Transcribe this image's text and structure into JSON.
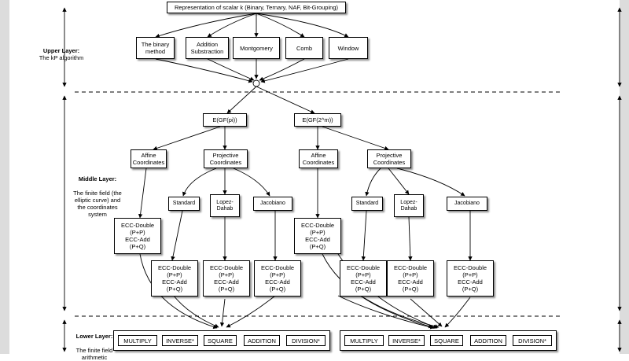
{
  "top": {
    "repr": "Representation of scalar k (Binary, Ternary, NAF, Bit-Grouping)"
  },
  "layers": {
    "upper_title": "Upper Layer:",
    "upper_desc": "The kP algorithm",
    "middle_title": "Middle Layer:",
    "middle_desc": "The finite field (the\nelliptic curve) and\nthe coordinates\nsystem",
    "lower_title": "Lower Layer:",
    "lower_desc": "The finite field\narithmetic"
  },
  "algorithms": [
    "The binary\nmethod",
    "Addition\nSubstraction",
    "Montgomery",
    "Comb",
    "Window"
  ],
  "fields": {
    "left": "E(GF(pi))",
    "right": "E(GF(2^m))"
  },
  "coords": {
    "affine": "Affine\nCoordinates",
    "projective": "Projective\nCoordinates"
  },
  "proj_types": [
    "Standard",
    "Lopez-\nDahab",
    "Jacobiano"
  ],
  "ecc": "ECC-Double\n(P+P)\nECC-Add\n(P+Q)",
  "ops": [
    "MULTIPLY",
    "INVERSE*",
    "SQUARE",
    "ADDITION",
    "DIVISION*"
  ]
}
